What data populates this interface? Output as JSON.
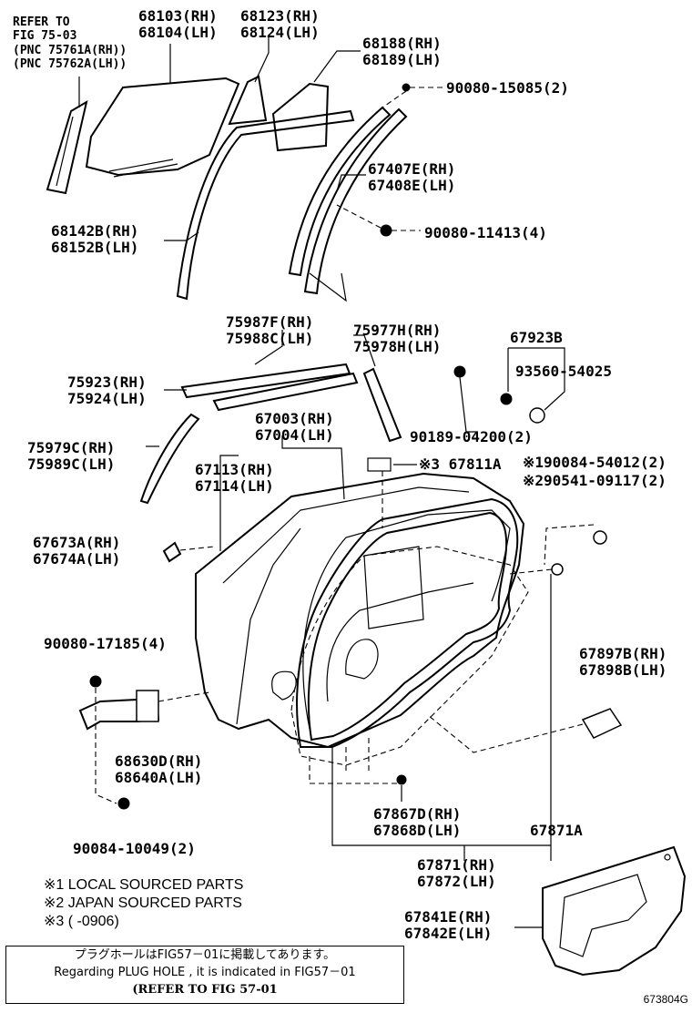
{
  "refer_note": {
    "line1": "REFER TO",
    "line2": "FIG 75-03",
    "line3": "(PNC 75761A(RH))",
    "line4": "(PNC 75762A(LH))"
  },
  "parts": {
    "glass_rh": "68103(RH)",
    "glass_lh": "68104(LH)",
    "quarter_glass_rh": "68123(RH)",
    "quarter_glass_lh": "68124(LH)",
    "quarter_weather_rh": "68188(RH)",
    "quarter_weather_lh": "68189(LH)",
    "screw_top": "90080-15085(2)",
    "run_rh": "67407E(RH)",
    "run_lh": "67408E(LH)",
    "glass_run_rh": "68142B(RH)",
    "glass_run_lh": "68152B(LH)",
    "screw_run": "90080-11413(4)",
    "molding_rh": "75987F(RH)",
    "molding_lh": "75988C(LH)",
    "tape_rh": "75977H(RH)",
    "tape_lh": "75978H(LH)",
    "clip_set": "67923B",
    "belt_rh": "75923(RH)",
    "belt_lh": "75924(LH)",
    "screw_clip": "93560-54025",
    "panel_rh": "67003(RH)",
    "panel_lh": "67004(LH)",
    "clip_90189": "90189-04200(2)",
    "pillar_rh": "75979C(RH)",
    "pillar_lh": "75989C(LH)",
    "seal_rh": "67113(RH)",
    "seal_lh": "67114(LH)",
    "pad": "※3 67811A",
    "note1_part": "※190084-54012(2)",
    "note2_part": "※290541-09117(2)",
    "cushion_rh": "67673A(RH)",
    "cushion_lh": "67674A(LH)",
    "bolt_check": "90080-17185(4)",
    "cover_rh": "67897B(RH)",
    "cover_lh": "67898B(LH)",
    "check_rh": "68630D(RH)",
    "check_lh": "68640A(LH)",
    "clip_weather_rh": "67867D(RH)",
    "clip_weather_lh": "67868D(LH)",
    "weatherstrip_sub": "67871A",
    "bolt_check_bottom": "90084-10049(2)",
    "weatherstrip_rh": "67871(RH)",
    "weatherstrip_lh": "67872(LH)",
    "service_hole_rh": "67841E(RH)",
    "service_hole_lh": "67842E(LH)"
  },
  "legend": {
    "note1": "※1 LOCAL SOURCED PARTS",
    "note2": "※2 JAPAN SOURCED PARTS",
    "note3": "※3 (    -0906)"
  },
  "notice": {
    "jp": "プラグホールはFIG57－01に掲載してあります。",
    "en": "Regarding PLUG HOLE , it is indicated in FIG57－01",
    "ref": "(REFER TO FIG 57-01"
  },
  "figure_id": "673804G"
}
